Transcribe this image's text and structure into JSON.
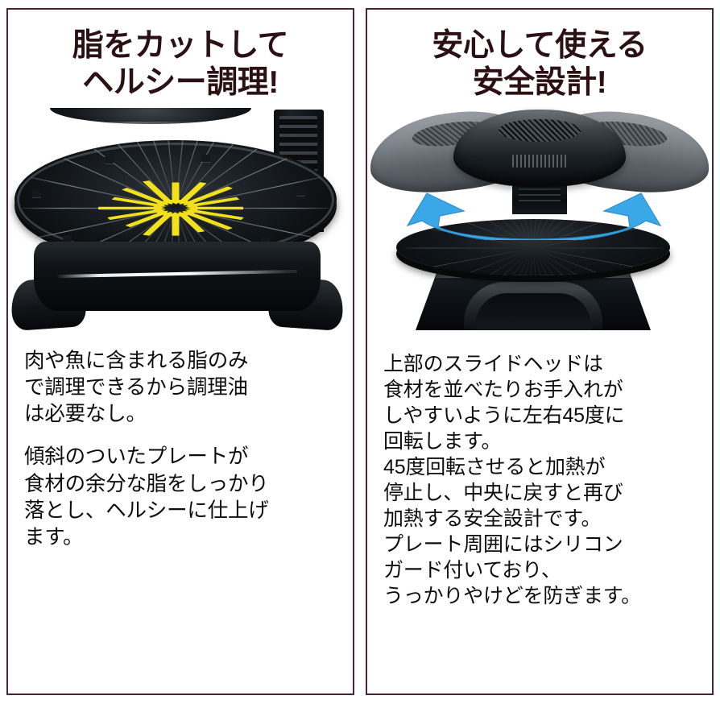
{
  "page": {
    "background_color": "#ffffff",
    "border_color": "#4a2630",
    "heading_color": "#2b1113",
    "body_text_color": "#0d0d0d",
    "arrow_yellow": "#f2e01c",
    "arrow_blue": "#3aa8e8"
  },
  "panels": {
    "left": {
      "heading": {
        "line1": "脂をカットして",
        "line2": "ヘルシー調理!"
      },
      "image": {
        "caption_alt": "傾斜プレート中央へ脂が流れる図",
        "arrow_direction": "inward",
        "arrow_count": 16
      },
      "paragraphs": [
        {
          "lines": [
            "肉や魚に含まれる脂のみ",
            "で調理できるから調理油",
            "は必要なし。"
          ]
        },
        {
          "lines": [
            "傾斜のついたプレートが",
            "食材の余分な脂をしっかり",
            "落とし、ヘルシーに仕上げ",
            "ます。"
          ]
        }
      ]
    },
    "right": {
      "heading": {
        "line1": "安心して使える",
        "line2": "安全設計!"
      },
      "image": {
        "caption_alt": "スライドヘッドが左右45度に回転する図",
        "arrow_direction": "bidirectional-rotation",
        "head_positions": 3
      },
      "paragraphs": [
        {
          "lines": [
            "上部のスライドヘッドは",
            "食材を並べたりお手入れが",
            "しやすいように左右45度に",
            "回転します。",
            "45度回転させると加熱が",
            "停止し、中央に戻すと再び",
            "加熱する安全設計です。",
            "プレート周囲にはシリコン",
            "ガード付いており、",
            "うっかりやけどを防ぎます。"
          ]
        }
      ]
    }
  }
}
